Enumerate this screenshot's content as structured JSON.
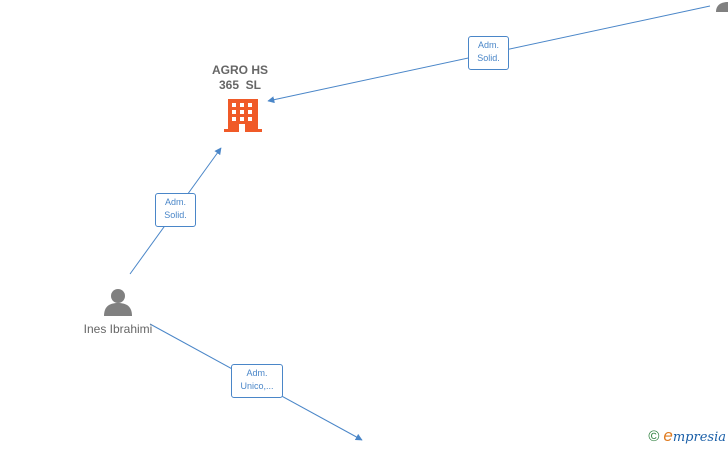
{
  "nodes": {
    "company": {
      "name_line1": "AGRO HS",
      "name_line2": "365  SL",
      "icon": "building-icon"
    },
    "person": {
      "name": "Ines Ibrahimi",
      "icon": "person-icon"
    },
    "offscreen_person": {
      "icon": "person-icon"
    }
  },
  "edges": [
    {
      "from": "offscreen_person",
      "to": "company",
      "label_line1": "Adm.",
      "label_line2": "Solid."
    },
    {
      "from": "person",
      "to": "company",
      "label_line1": "Adm.",
      "label_line2": "Solid."
    },
    {
      "from": "person",
      "to": "offscreen_company",
      "label_line1": "Adm.",
      "label_line2": "Unico,..."
    }
  ],
  "footer": {
    "copyright": "©",
    "brand_initial": "e",
    "brand_rest": "mpresia"
  },
  "colors": {
    "edge": "#4a86c8",
    "company_icon": "#f05a28",
    "person_icon": "#808080",
    "label_text": "#666666",
    "brand_e": "#e07b20"
  }
}
